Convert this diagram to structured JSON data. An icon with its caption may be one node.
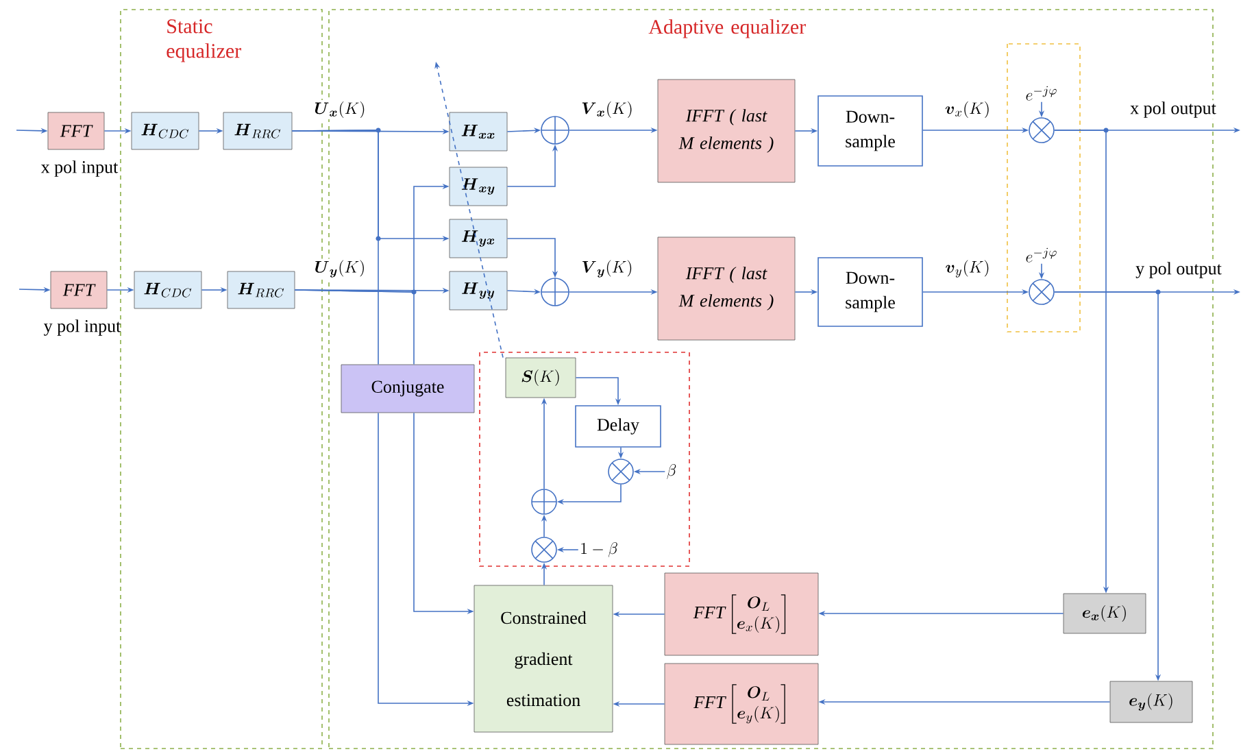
{
  "diagram": {
    "nodes": [
      {
        "text": [
          "Static equalizer"
        ]
      },
      {
        "text": [
          "Adaptive equalizer"
        ]
      },
      {
        "text": [
          "\\mathit{FFT}"
        ],
        "beside": [
          "x pol input"
        ]
      },
      {
        "text": [
          "\\boldsymbol{H}_{CDC}"
        ],
        "in": 0
      },
      {
        "text": [
          "\\boldsymbol{H}_{RRC}"
        ],
        "in": 0
      },
      {
        "text": [
          "\\mathit{FFT}"
        ],
        "beside": [
          "y pol input"
        ]
      },
      {
        "text": [
          "\\boldsymbol{H}_{CDC}"
        ],
        "in": 0
      },
      {
        "text": [
          "\\boldsymbol{H}_{RRC}"
        ],
        "in": 0
      },
      {
        "text": [
          "\\boldsymbol{H}_{\\boldsymbol{xx}}"
        ],
        "in": 1
      },
      {
        "text": [
          "\\boldsymbol{H}_{\\boldsymbol{xy}}"
        ],
        "in": 1
      },
      {
        "text": [
          "\\boldsymbol{H}_{\\boldsymbol{yx}}"
        ],
        "in": 1
      },
      {
        "text": [
          "\\boldsymbol{H}_{\\boldsymbol{yy}}"
        ],
        "in": 1
      },
      {
        "text": [],
        "shape": "circle",
        "in": 1
      },
      {
        "text": [],
        "shape": "circle",
        "in": 1
      },
      {
        "text": [
          "IFFT ( last M elements )"
        ],
        "in": 1
      },
      {
        "text": [
          "Down-sample"
        ],
        "in": 1
      },
      {
        "text": [],
        "shape": "circle",
        "in": 1
      },
      {
        "text": [
          "IFFT ( last M elements )"
        ],
        "in": 1
      },
      {
        "text": [
          "Down-sample"
        ],
        "in": 1
      },
      {
        "text": [],
        "shape": "circle",
        "in": 1
      },
      {
        "text": [
          "Conjugate"
        ],
        "in": 1
      },
      {
        "text": [
          "\\boldsymbol{S}(K)"
        ],
        "in": 1
      },
      {
        "text": [
          "Delay"
        ],
        "in": 1
      },
      {
        "text": [],
        "shape": "circle",
        "in": 1
      },
      {
        "text": [],
        "shape": "circle",
        "in": 1
      },
      {
        "text": [],
        "shape": "circle",
        "in": 1
      },
      {
        "text": [
          "Constrained gradient estimation"
        ],
        "in": 1
      },
      {
        "text": [
          "\\mathit{FFT}\\begin{bmatrix}\\boldsymbol{O}_L\\\\ \\boldsymbol{e}_x(K)\\end{bmatrix}"
        ],
        "in": 1
      },
      {
        "text": [
          "\\mathit{FFT}\\begin{bmatrix}\\boldsymbol{O}_L\\\\ \\boldsymbol{e}_y(K)\\end{bmatrix}"
        ],
        "in": 1
      },
      {
        "text": [
          "\\boldsymbol{e}_{\\boldsymbol{x}}(K)"
        ],
        "in": 1
      },
      {
        "text": [
          "\\boldsymbol{e}_{\\boldsymbol{y}}(K)"
        ],
        "in": 1
      },
      {
        "text": [
          "e^{-j\\varphi}"
        ],
        "in": 1
      },
      {
        "text": [
          "e^{-j\\varphi}"
        ],
        "in": 1
      },
      {
        "text": [
          "\\beta"
        ],
        "in": 1
      },
      {
        "text": [
          "1-\\beta"
        ],
        "in": 1
      }
    ],
    "edges": [
      {
        "from": null,
        "to": 2,
        "arrow": "to"
      },
      {
        "from": 2,
        "to": 3,
        "arrow": "to"
      },
      {
        "from": 3,
        "to": 4,
        "arrow": "to"
      },
      {
        "from": 4,
        "to": 8,
        "arrow": "to",
        "label": "\\boldsymbol{U}_{\\boldsymbol{x}}(K)"
      },
      {
        "from": 4,
        "to": 10,
        "arrow": "to"
      },
      {
        "from": 4,
        "to": 20,
        "arrow": "none"
      },
      {
        "from": 7,
        "to": 11,
        "arrow": "to",
        "label": "\\boldsymbol{U}_{\\boldsymbol{y}}(K)"
      },
      {
        "from": 7,
        "to": 9,
        "arrow": "to"
      },
      {
        "from": 7,
        "to": 20,
        "arrow": "none"
      },
      {
        "from": 20,
        "to": 26,
        "arrow": "to"
      },
      {
        "from": 20,
        "to": 26,
        "arrow": "to"
      },
      {
        "from": 8,
        "to": 12,
        "arrow": "to"
      },
      {
        "from": 9,
        "to": 12,
        "arrow": "to"
      },
      {
        "from": 10,
        "to": 13,
        "arrow": "to"
      },
      {
        "from": 11,
        "to": 13,
        "arrow": "to"
      },
      {
        "from": 12,
        "to": 14,
        "arrow": "to",
        "label": "\\boldsymbol{V}_{\\boldsymbol{x}}(K)"
      },
      {
        "from": 13,
        "to": 17,
        "arrow": "to",
        "label": "\\boldsymbol{V}_{\\boldsymbol{y}}(K)"
      },
      {
        "from": 14,
        "to": 15,
        "arrow": "to"
      },
      {
        "from": 17,
        "to": 18,
        "arrow": "to"
      },
      {
        "from": 15,
        "to": 16,
        "arrow": "to",
        "label": "\\boldsymbol{v}_{x}(K)"
      },
      {
        "from": 18,
        "to": 19,
        "arrow": "to",
        "label": "\\boldsymbol{v}_{y}(K)"
      },
      {
        "from": 31,
        "to": 16,
        "arrow": "to"
      },
      {
        "from": 32,
        "to": 19,
        "arrow": "to"
      },
      {
        "from": 16,
        "to": null,
        "arrow": "to",
        "label": "x pol output"
      },
      {
        "from": 19,
        "to": null,
        "arrow": "to",
        "label": "y pol output"
      },
      {
        "from": 16,
        "to": 29,
        "arrow": "to"
      },
      {
        "from": 19,
        "to": 30,
        "arrow": "to"
      },
      {
        "from": 29,
        "to": 27,
        "arrow": "to"
      },
      {
        "from": 30,
        "to": 28,
        "arrow": "to"
      },
      {
        "from": 27,
        "to": 26,
        "arrow": "to"
      },
      {
        "from": 28,
        "to": 26,
        "arrow": "to"
      },
      {
        "from": 26,
        "to": 25,
        "arrow": "to"
      },
      {
        "from": 34,
        "to": 25,
        "arrow": "to"
      },
      {
        "from": 25,
        "to": 24,
        "arrow": "to"
      },
      {
        "from": 24,
        "to": 21,
        "arrow": "to"
      },
      {
        "from": 21,
        "to": 22,
        "arrow": "to"
      },
      {
        "from": 22,
        "to": 23,
        "arrow": "to"
      },
      {
        "from": 33,
        "to": 23,
        "arrow": "to"
      },
      {
        "from": 23,
        "to": 24,
        "arrow": "to"
      },
      {
        "from": 21,
        "to": null,
        "arrow": "to",
        "style": "dashed"
      },
      {
        "from": null,
        "to": 5,
        "arrow": "to"
      },
      {
        "from": 5,
        "to": 6,
        "arrow": "to"
      },
      {
        "from": 6,
        "to": 7,
        "arrow": "to"
      }
    ]
  }
}
